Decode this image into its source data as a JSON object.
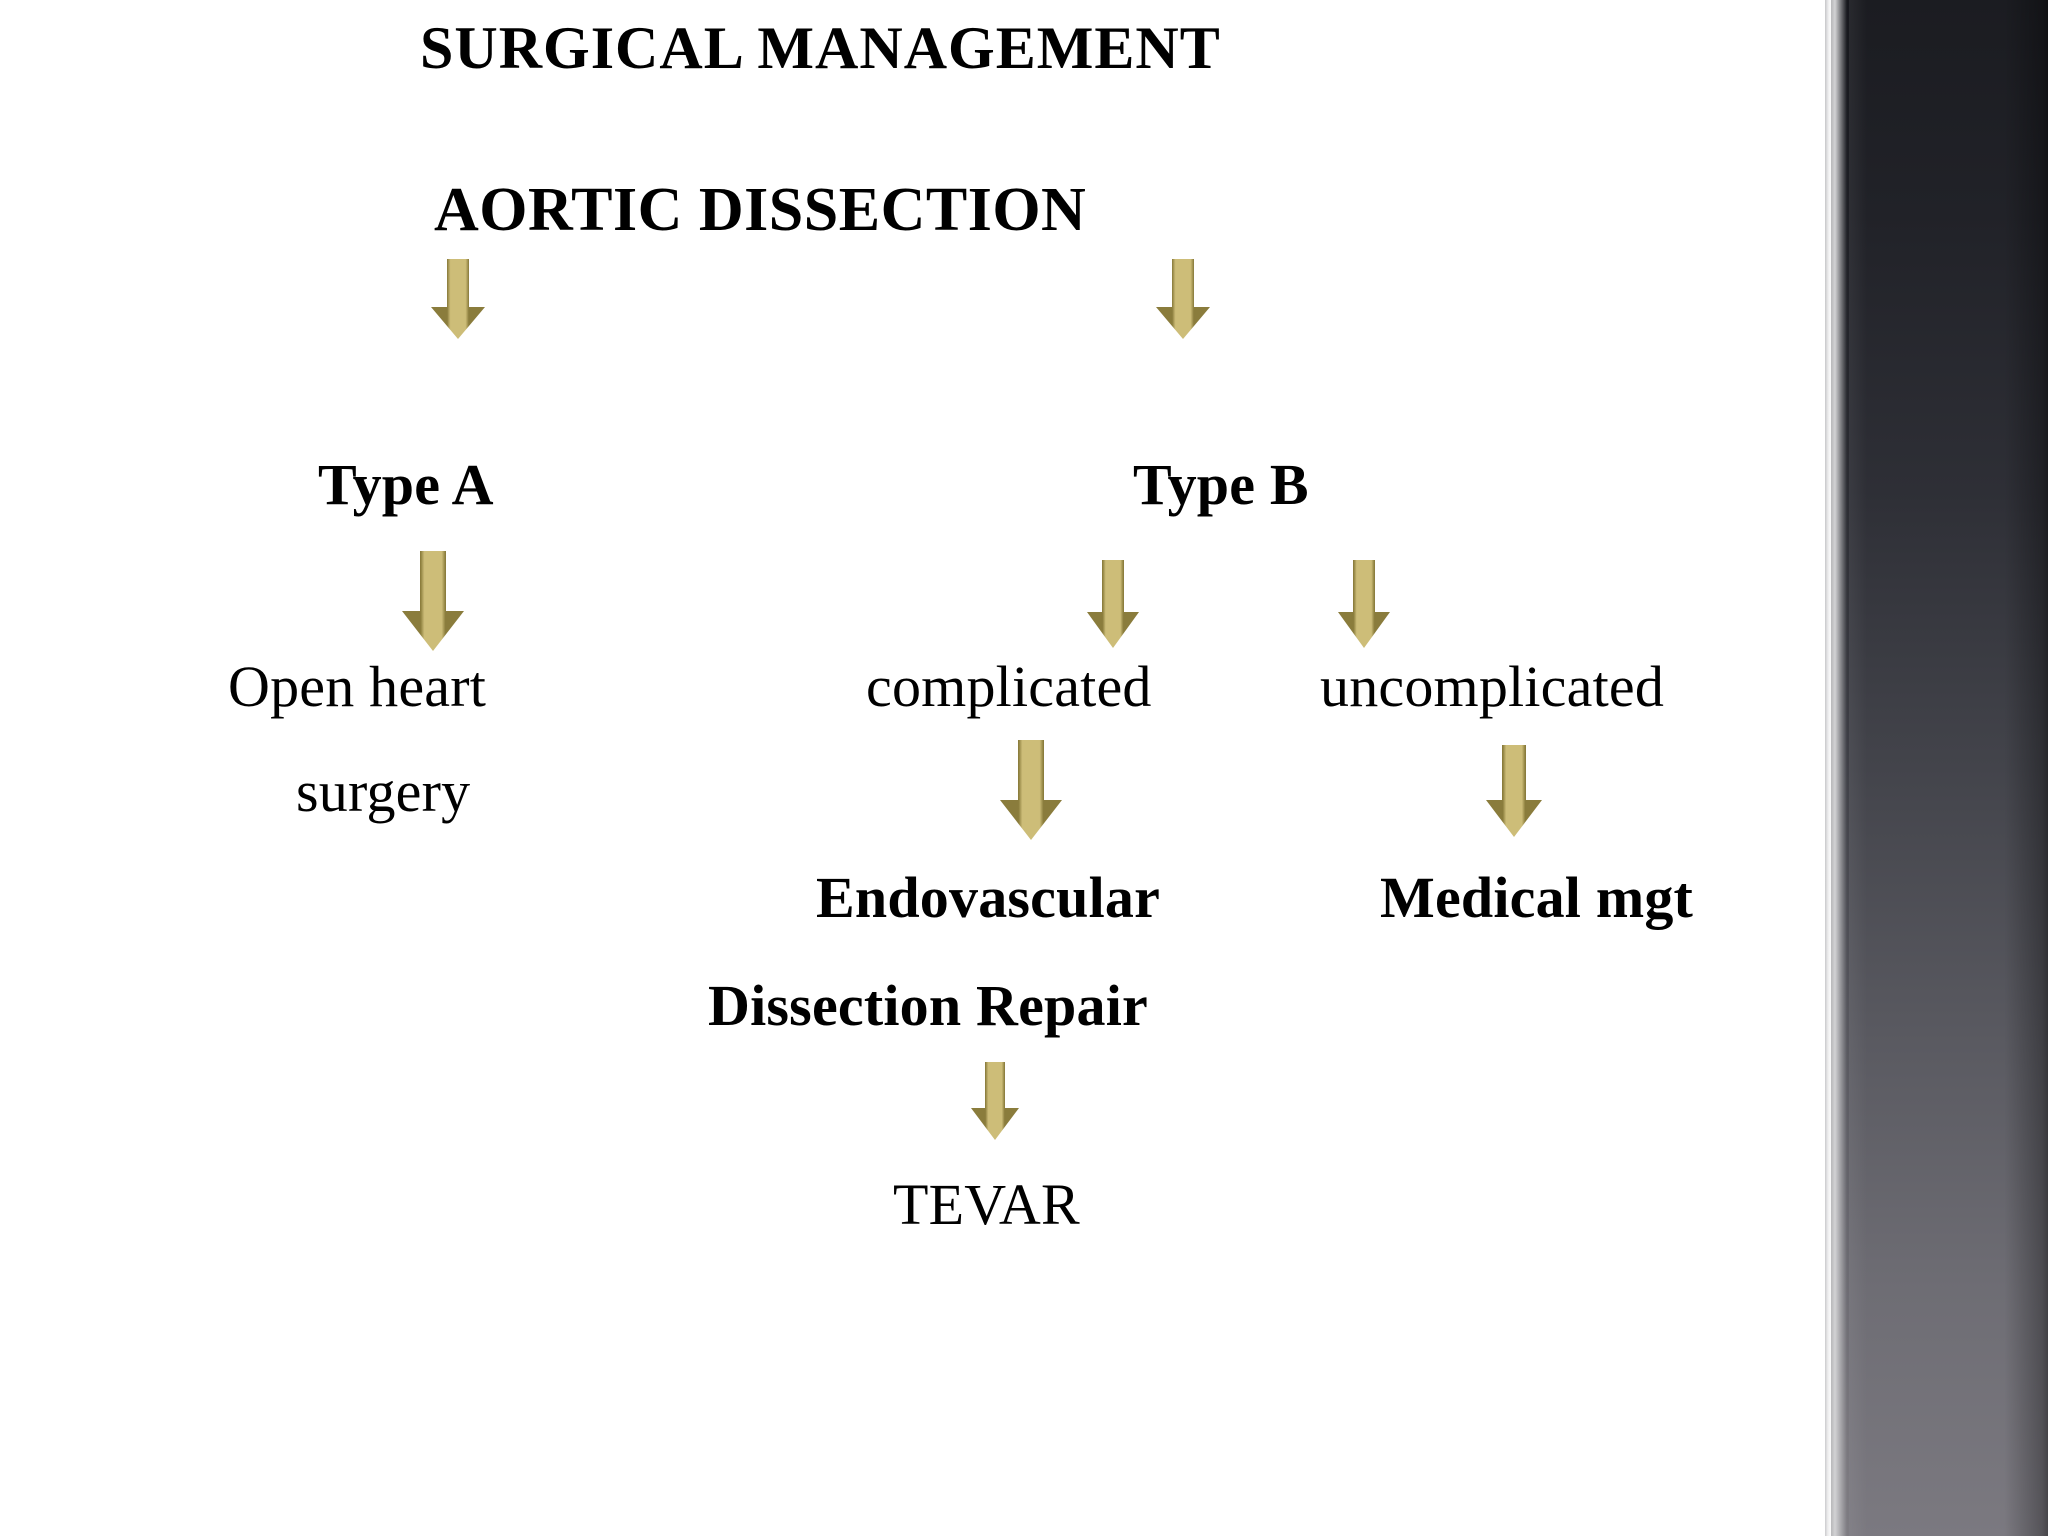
{
  "slide": {
    "title": "SURGICAL  MANAGEMENT",
    "subtitle": "AORTIC DISSECTION",
    "background_color": "#ffffff",
    "text_color": "#000000",
    "accent_arrow_color": "#8a7c3c",
    "accent_arrow_highlight": "#cdbd78",
    "side_band_top_color": "#1b1c21",
    "side_band_bottom_color": "#7b7980"
  },
  "flow": {
    "root": "AORTIC DISSECTION",
    "branches": [
      {
        "id": "type-a",
        "label": "Type A",
        "weight": "bold",
        "children": [
          {
            "id": "open-heart-surgery",
            "lines": [
              "Open  heart",
              "surgery"
            ],
            "weight": "normal"
          }
        ]
      },
      {
        "id": "type-b",
        "label": "Type B",
        "weight": "bold",
        "children": [
          {
            "id": "complicated",
            "lines": [
              "complicated"
            ],
            "weight": "normal",
            "children": [
              {
                "id": "endovascular-dissection-repair",
                "lines": [
                  "Endovascular",
                  "Dissection Repair"
                ],
                "weight": "bold",
                "children": [
                  {
                    "id": "tevar",
                    "lines": [
                      "TEVAR"
                    ],
                    "weight": "normal"
                  }
                ]
              }
            ]
          },
          {
            "id": "uncomplicated",
            "lines": [
              "uncomplicated"
            ],
            "weight": "normal",
            "children": [
              {
                "id": "medical-mgt",
                "lines": [
                  "Medical mgt"
                ],
                "weight": "bold"
              }
            ]
          }
        ]
      }
    ]
  },
  "labels": {
    "title": "SURGICAL  MANAGEMENT",
    "subtitle": "AORTIC DISSECTION",
    "type_a": "Type A",
    "type_b": "Type B",
    "open_heart_line1": "Open  heart",
    "open_heart_line2": "surgery",
    "complicated": "complicated",
    "uncomplicated": "uncomplicated",
    "endovascular": "Endovascular",
    "dissection_repair": "Dissection Repair",
    "medical_mgt": "Medical mgt",
    "tevar": "TEVAR"
  },
  "arrows": [
    {
      "id": "arrow-root-to-type-a",
      "from": "AORTIC DISSECTION",
      "to": "Type A",
      "direction": "down"
    },
    {
      "id": "arrow-root-to-type-b",
      "from": "AORTIC DISSECTION",
      "to": "Type B",
      "direction": "down"
    },
    {
      "id": "arrow-type-a-to-open-heart",
      "from": "Type A",
      "to": "Open  heart surgery",
      "direction": "down"
    },
    {
      "id": "arrow-type-b-to-complicated",
      "from": "Type B",
      "to": "complicated",
      "direction": "down"
    },
    {
      "id": "arrow-type-b-to-uncomplicated",
      "from": "Type B",
      "to": "uncomplicated",
      "direction": "down"
    },
    {
      "id": "arrow-complicated-to-endo",
      "from": "complicated",
      "to": "Endovascular Dissection Repair",
      "direction": "down"
    },
    {
      "id": "arrow-uncomplicated-to-medical",
      "from": "uncomplicated",
      "to": "Medical mgt",
      "direction": "down"
    },
    {
      "id": "arrow-endo-to-tevar",
      "from": "Dissection Repair",
      "to": "TEVAR",
      "direction": "down"
    }
  ]
}
